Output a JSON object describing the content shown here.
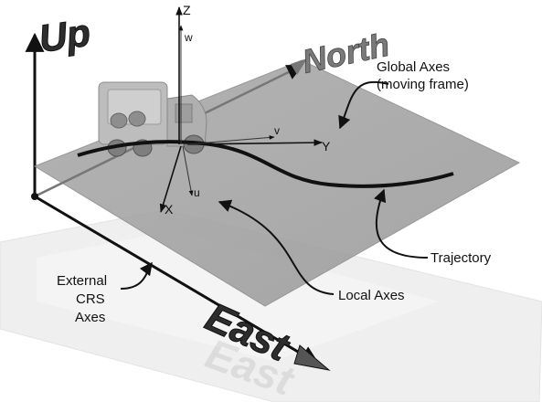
{
  "labels": {
    "up": "Up",
    "north": "North",
    "east": "East",
    "global_axes_line1": "Global Axes",
    "global_axes_line2": "(moving frame)",
    "trajectory": "Trajectory",
    "local_axes": "Local Axes",
    "external_line1": "External",
    "external_line2": "CRS",
    "external_line3": "Axes",
    "axis_z": "Z",
    "axis_w": "w",
    "axis_v": "v",
    "axis_y": "Y",
    "axis_u": "u",
    "axis_x": "X"
  }
}
